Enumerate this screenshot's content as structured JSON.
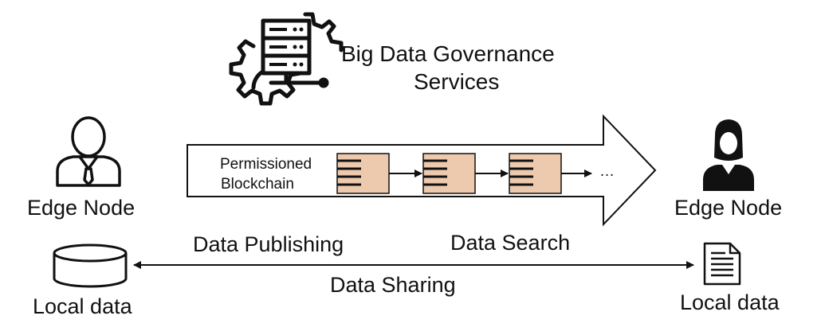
{
  "title": {
    "line1": "Big Data Governance",
    "line2": "Services"
  },
  "blockchain": {
    "label_line1": "Permissioned",
    "label_line2": "Blockchain",
    "ellipsis": "…",
    "block_count": 3
  },
  "left_node": {
    "label": "Edge Node",
    "icon": "user-man-icon",
    "storage_label": "Local data",
    "storage_icon": "database-cylinder-icon"
  },
  "right_node": {
    "label": "Edge Node",
    "icon": "user-woman-icon",
    "storage_label": "Local data",
    "storage_icon": "document-icon"
  },
  "flows": {
    "publishing": "Data Publishing",
    "search": "Data Search",
    "sharing": "Data Sharing"
  },
  "colors": {
    "block_fill": "#edc9ad",
    "line": "#111111",
    "background": "#ffffff"
  }
}
